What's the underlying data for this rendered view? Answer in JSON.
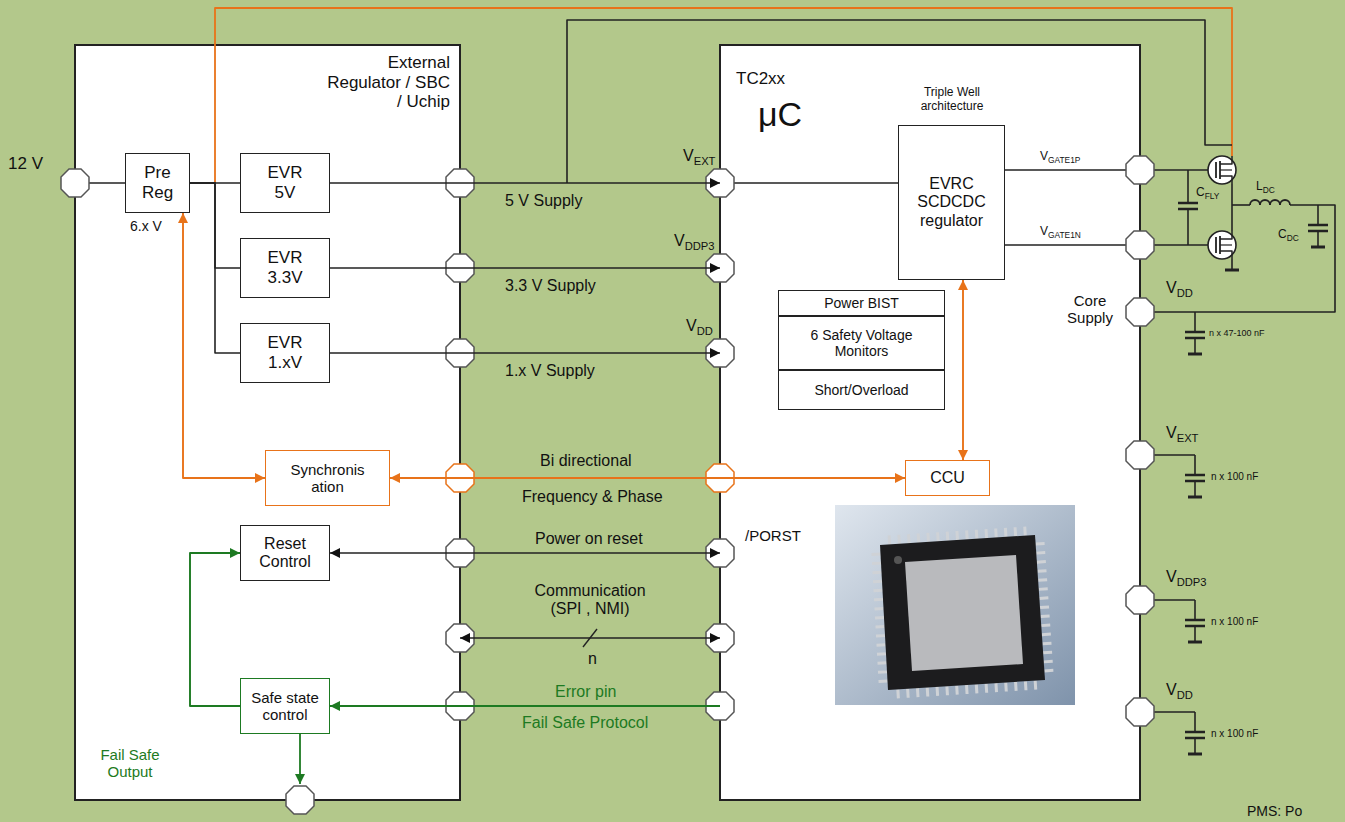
{
  "diagram": {
    "nodes": [
      {
        "text": [
          "External Regulator / SBC / Uchip"
        ]
      },
      {
        "text": [
          "Pre Reg"
        ],
        "in": 0
      },
      {
        "text": [
          "EVR 5V"
        ],
        "in": 0
      },
      {
        "text": [
          "EVR 3.3V"
        ],
        "in": 0
      },
      {
        "text": [
          "EVR 1.xV"
        ],
        "in": 0
      },
      {
        "text": [
          "Synchronis ation"
        ],
        "in": 0
      },
      {
        "text": [
          "Reset Control"
        ],
        "in": 0
      },
      {
        "text": [
          "Safe state control"
        ],
        "in": 0
      },
      {
        "text": [
          "TC2xx",
          "μC"
        ]
      },
      {
        "text": [
          "EVRC SCDCDC regulator"
        ],
        "in": 8
      },
      {
        "text": [
          "Power BIST"
        ],
        "in": 8
      },
      {
        "text": [
          "6 Safety Voltage Monitors"
        ],
        "in": 8
      },
      {
        "text": [
          "Short/Overload"
        ],
        "in": 8
      },
      {
        "text": [
          "CCU"
        ],
        "in": 8
      }
    ],
    "edges": [
      {
        "from": 1,
        "to": 2,
        "arrow": "none"
      },
      {
        "from": 1,
        "to": 3,
        "arrow": "none"
      },
      {
        "from": 1,
        "to": 4,
        "arrow": "none"
      },
      {
        "from": 2,
        "to": 8,
        "label": "5 V Supply",
        "arrow": "to"
      },
      {
        "from": 3,
        "to": 8,
        "label": "3.3 V Supply",
        "arrow": "to"
      },
      {
        "from": 4,
        "to": 8,
        "label": "1.x V Supply",
        "arrow": "to"
      },
      {
        "from": 5,
        "to": 1,
        "arrow": "both"
      },
      {
        "from": 5,
        "to": 13,
        "label": "Bi directional",
        "arrow": "both"
      },
      {
        "from": 9,
        "to": 13,
        "arrow": "both"
      },
      {
        "from": 6,
        "to": 8,
        "label": "Power on reset",
        "arrow": "both"
      },
      {
        "from": 0,
        "to": 8,
        "label": "Communication (SPI , NMI)",
        "arrow": "both"
      },
      {
        "from": 8,
        "to": 7,
        "label": "Error pin",
        "arrow": "to"
      },
      {
        "from": 7,
        "to": 6,
        "arrow": "to"
      }
    ],
    "labels": [
      "12 V",
      "6.x V",
      "Frequency & Phase",
      "n",
      "Fail Safe Protocol",
      "Fail Safe Output",
      "Triple Well architecture",
      "VEXT",
      "VDDP3",
      "VDD",
      "/PORST",
      "VGATE1P",
      "VGATE1N",
      "CFLY",
      "LDC",
      "CDC",
      "Core Supply",
      "VDD",
      "n x 47-100 nF",
      "VEXT",
      "n x 100 nF",
      "VDDP3",
      "n x 100 nF",
      "VDD",
      "n x 100 nF",
      "PMS: Po"
    ]
  }
}
